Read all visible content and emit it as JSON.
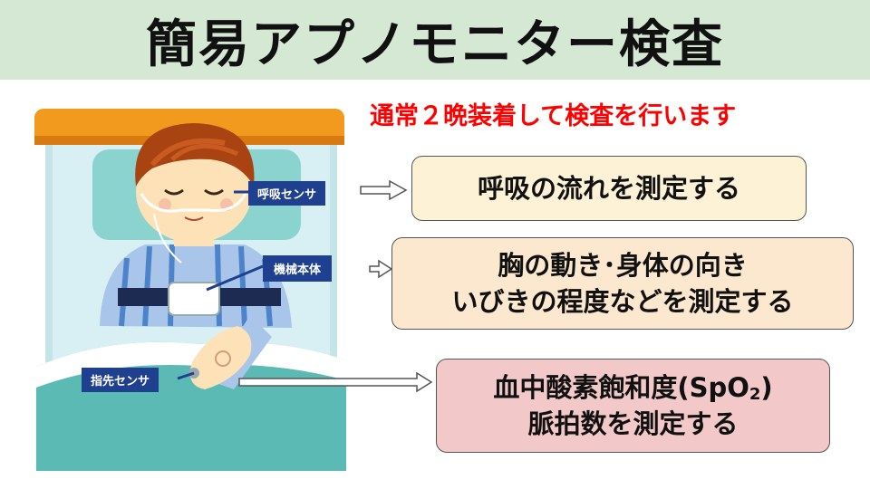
{
  "title": "簡易アプノモニター検査",
  "subtitle": "通常２晩装着して検査を行います",
  "labels": {
    "breath_sensor": "呼吸センサ",
    "device_body": "機械本体",
    "finger_sensor": "指先センサ"
  },
  "boxes": {
    "breath": "呼吸の流れを測定する",
    "device_line1": "胸の動き･身体の向き",
    "device_line2": "いびきの程度などを測定する",
    "finger_line1_a": "血中酸素飽和度(SpO",
    "finger_line1_sub": "2",
    "finger_line1_b": ")",
    "finger_line2": "脈拍数を測定する"
  },
  "colors": {
    "title_bg": "#d5e8d4",
    "subtitle": "#ff0000",
    "label_bg": "#1f3f8f",
    "box_breath": "#fdf2d6",
    "box_device": "#fbe8cf",
    "box_finger": "#f3c8c8"
  }
}
